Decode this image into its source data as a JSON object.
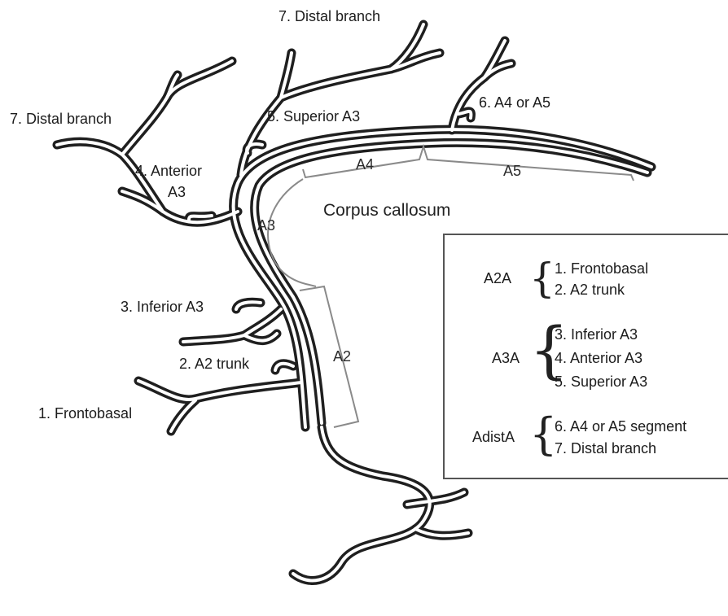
{
  "labels": {
    "distal_top": "7. Distal branch",
    "distal_left": "7. Distal branch",
    "superior": "5. Superior A3",
    "a4a5": "6. A4 or A5",
    "anterior_line1": "4. Anterior",
    "anterior_line2": "A3",
    "inferior": "3. Inferior A3",
    "a2trunk": "2. A2 trunk",
    "frontobasal": "1. Frontobasal"
  },
  "segments": {
    "a3": "A3",
    "a4": "A4",
    "a5": "A5",
    "a2": "A2"
  },
  "corpus_callosum": "Corpus callosum",
  "legend": {
    "groups": [
      {
        "name": "A2A",
        "items": [
          "1. Frontobasal",
          "2. A2 trunk"
        ]
      },
      {
        "name": "A3A",
        "items": [
          "3. Inferior A3",
          "4. Anterior A3",
          "5. Superior A3"
        ]
      },
      {
        "name": "AdistA",
        "items": [
          "6. A4 or A5 segment",
          "7. Distal branch"
        ]
      }
    ]
  },
  "colors": {
    "vessel_outline": "#1f1f1f",
    "vessel_fill": "#ffffff",
    "bracket": "#8a8a8a",
    "legend_border": "#555555"
  }
}
